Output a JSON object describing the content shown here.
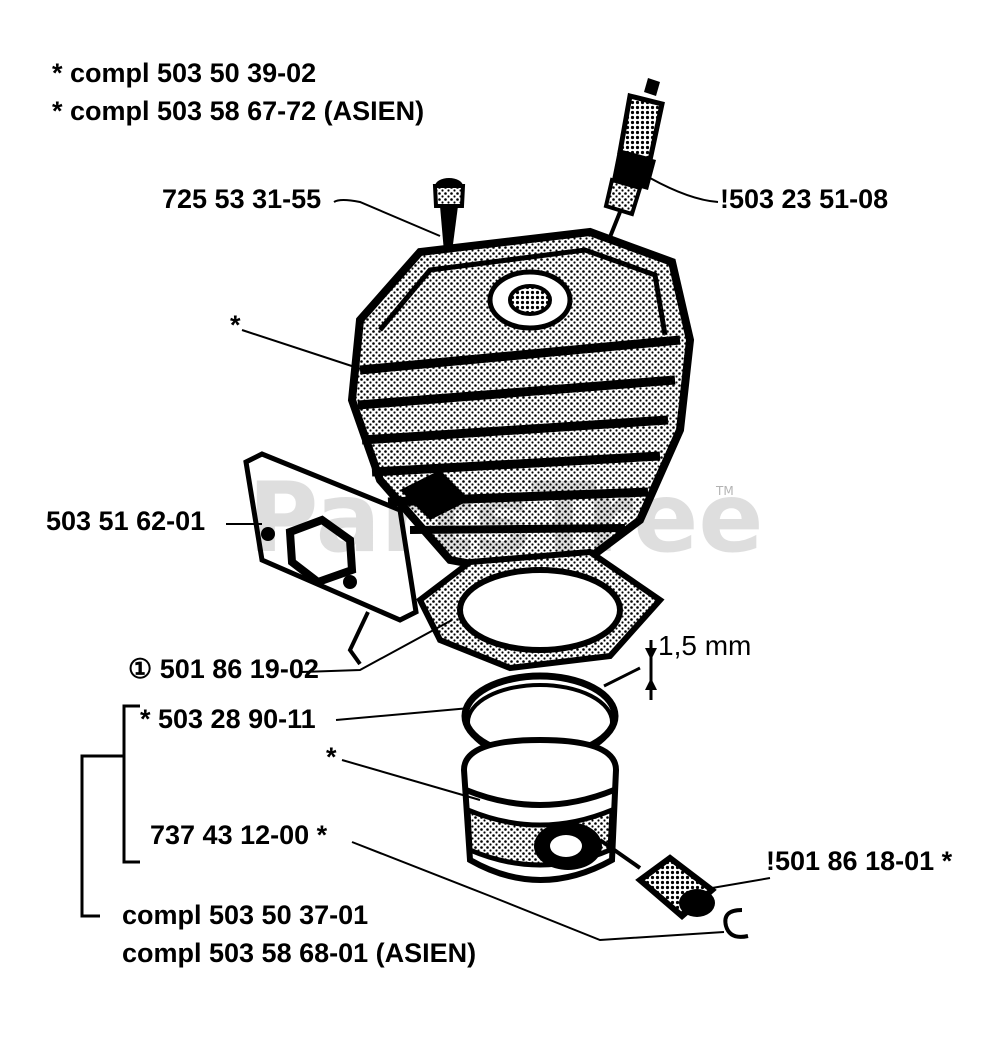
{
  "header": {
    "line1": "* compl 503 50 39-02",
    "line2": "* compl 503 58 67-72 (ASIEN)"
  },
  "parts": {
    "screw": "725 53 31-55",
    "spark_plug": "!503 23 51-08",
    "cylinder": "*",
    "muffler_gasket": "503 51 62-01",
    "base_gasket": "① 501 86 19-02",
    "gasket_thickness": "1,5 mm",
    "piston_ring": "* 503 28 90-11",
    "piston": "*",
    "piston_pin": "737 43 12-00  *",
    "bearing": "!501 86 18-01  *"
  },
  "footer": {
    "line1": "compl 503 50 37-01",
    "line2": "compl 503 58 68-01 (ASIEN)"
  },
  "watermark": {
    "text": "PartsTree",
    "tm": "TM"
  }
}
